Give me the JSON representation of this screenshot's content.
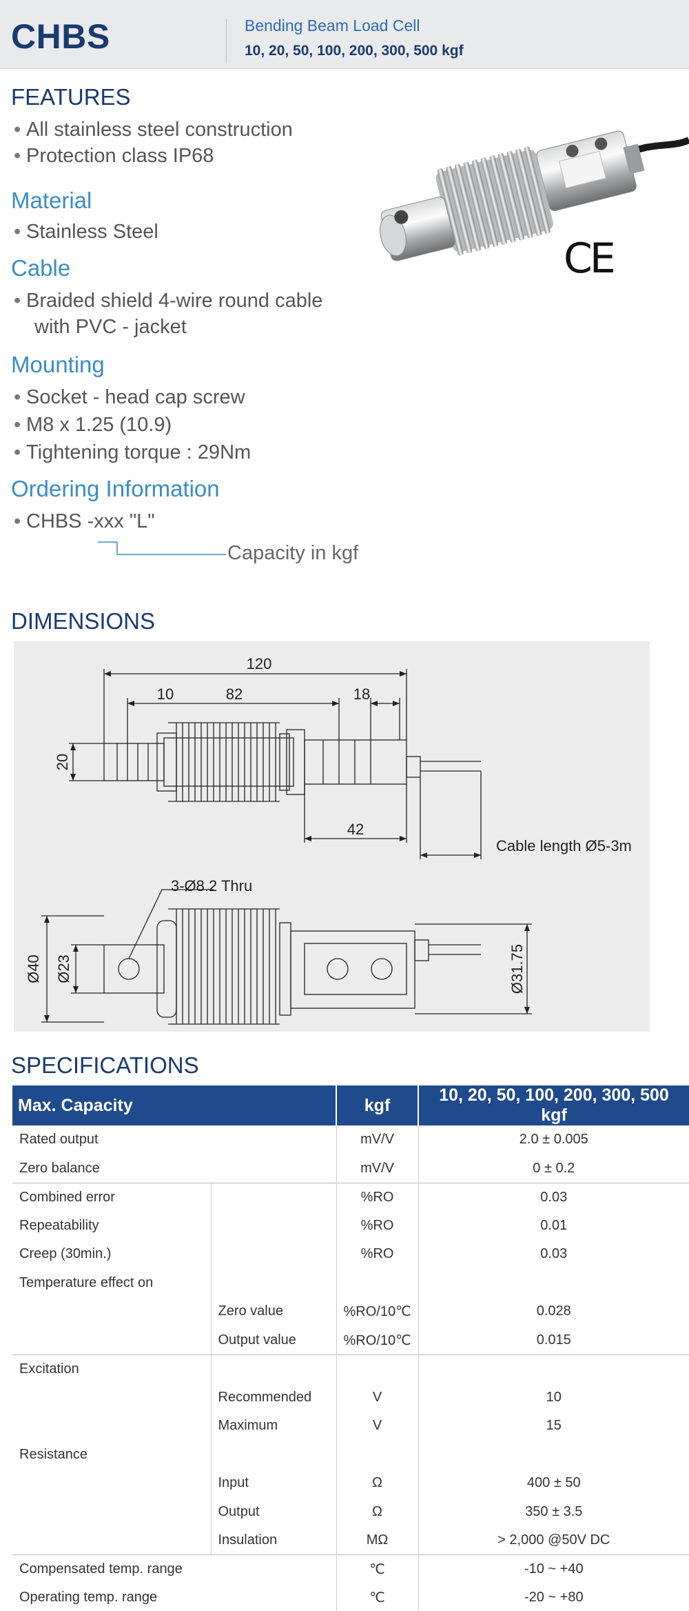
{
  "header": {
    "model": "CHBS",
    "subtitle": "Bending Beam Load Cell",
    "capacities": "10, 20, 50, 100, 200, 300, 500 kgf"
  },
  "features": {
    "title": "FEATURES",
    "items": [
      "All stainless steel construction",
      "Protection class IP68"
    ]
  },
  "material": {
    "title": "Material",
    "items": [
      "Stainless Steel"
    ]
  },
  "cable": {
    "title": "Cable",
    "line1": "Braided shield 4-wire round cable",
    "line2": "with PVC - jacket"
  },
  "mounting": {
    "title": "Mounting",
    "items": [
      "Socket - head cap screw",
      "M8 x 1.25 (10.9)",
      "Tightening torque : 29Nm"
    ]
  },
  "ordering": {
    "title": "Ordering Information",
    "code": "CHBS -xxx \"L\"",
    "callout": "Capacity in kgf"
  },
  "product_image": {
    "ce_mark": "CE"
  },
  "dimensions": {
    "title": "DIMENSIONS",
    "labels": {
      "overall": "120",
      "d10": "10",
      "d82": "82",
      "d18": "18",
      "d20": "20",
      "d42": "42",
      "cable": "Cable length Ø5-3m",
      "thru": "3-Ø8.2 Thru",
      "dia40": "Ø40",
      "dia23": "Ø23",
      "dia3175": "Ø31.75"
    }
  },
  "specifications": {
    "title": "SPECIFICATIONS",
    "header": {
      "label": "Max. Capacity",
      "unit": "kgf",
      "value": "10, 20, 50, 100, 200, 300, 500 kgf"
    },
    "rows": [
      {
        "label": "Rated output",
        "sub": "",
        "unit": "mV/V",
        "value": "2.0 ± 0.005"
      },
      {
        "label": "Zero balance",
        "sub": "",
        "unit": "mV/V",
        "value": "0 ± 0.2"
      },
      {
        "label": "Combined error",
        "sub": "",
        "unit": "%RO",
        "value": "0.03"
      },
      {
        "label": "Repeatability",
        "sub": "",
        "unit": "%RO",
        "value": "0.01"
      },
      {
        "label": "Creep (30min.)",
        "sub": "",
        "unit": "%RO",
        "value": "0.03"
      },
      {
        "label": "Temperature effect on",
        "sub": "",
        "unit": "",
        "value": ""
      },
      {
        "label": "",
        "sub": "Zero value",
        "unit": "%RO/10℃",
        "value": "0.028"
      },
      {
        "label": "",
        "sub": "Output  value",
        "unit": "%RO/10℃",
        "value": "0.015"
      },
      {
        "label": "Excitation",
        "sub": "",
        "unit": "",
        "value": ""
      },
      {
        "label": "",
        "sub": "Recommended",
        "unit": "V",
        "value": "10"
      },
      {
        "label": "",
        "sub": "Maximum",
        "unit": "V",
        "value": "15"
      },
      {
        "label": "Resistance",
        "sub": "",
        "unit": "",
        "value": ""
      },
      {
        "label": "",
        "sub": "Input",
        "unit": "Ω",
        "value": "400 ± 50"
      },
      {
        "label": "",
        "sub": "Output",
        "unit": "Ω",
        "value": "350 ± 3.5"
      },
      {
        "label": "",
        "sub": "Insulation",
        "unit": "MΩ",
        "value": "> 2,000 @50V DC"
      },
      {
        "label": "Compensated temp. range",
        "sub": "",
        "unit": "℃",
        "value": "-10 ~ +40"
      },
      {
        "label": "Operating temp. range",
        "sub": "",
        "unit": "℃",
        "value": "-20 ~ +80"
      }
    ]
  }
}
